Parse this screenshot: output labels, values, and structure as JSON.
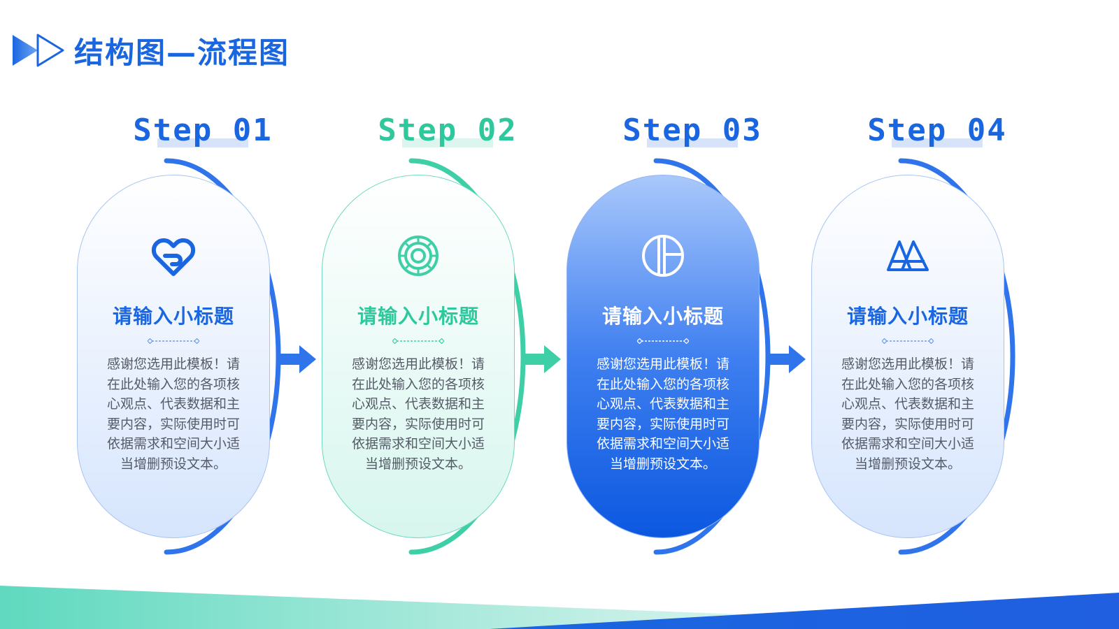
{
  "page": {
    "title": "结构图—流程图",
    "accent_blue": "#1a66e0",
    "accent_green": "#3fcfa6"
  },
  "steps": [
    {
      "heading": "Step  01",
      "subtitle": "请输入小标题",
      "body": "感谢您选用此模板！请在此处输入您的各项核心观点、代表数据和主要内容，实际使用时可依据需求和空间大小适当增删预设文本。",
      "icon": "heart-link-icon",
      "color": "#1a66e0",
      "style": "light-blue"
    },
    {
      "heading": "Step  02",
      "subtitle": "请输入小标题",
      "body": "感谢您选用此模板！请在此处输入您的各项核心观点、代表数据和主要内容，实际使用时可依据需求和空间大小适当增删预设文本。",
      "icon": "target-ring-icon",
      "color": "#3fcfa6",
      "style": "light-green"
    },
    {
      "heading": "Step  03",
      "subtitle": "请输入小标题",
      "body": "感谢您选用此模板！请在此处输入您的各项核心观点、代表数据和主要内容，实际使用时可依据需求和空间大小适当增删预设文本。",
      "icon": "pie-segment-icon",
      "color": "#1a66e0",
      "style": "solid-blue"
    },
    {
      "heading": "Step  04",
      "subtitle": "请输入小标题",
      "body": "感谢您选用此模板！请在此处输入您的各项核心观点、代表数据和主要内容，实际使用时可依据需求和空间大小适当增删预设文本。",
      "icon": "mountain-peaks-icon",
      "color": "#1a66e0",
      "style": "light-blue"
    }
  ]
}
